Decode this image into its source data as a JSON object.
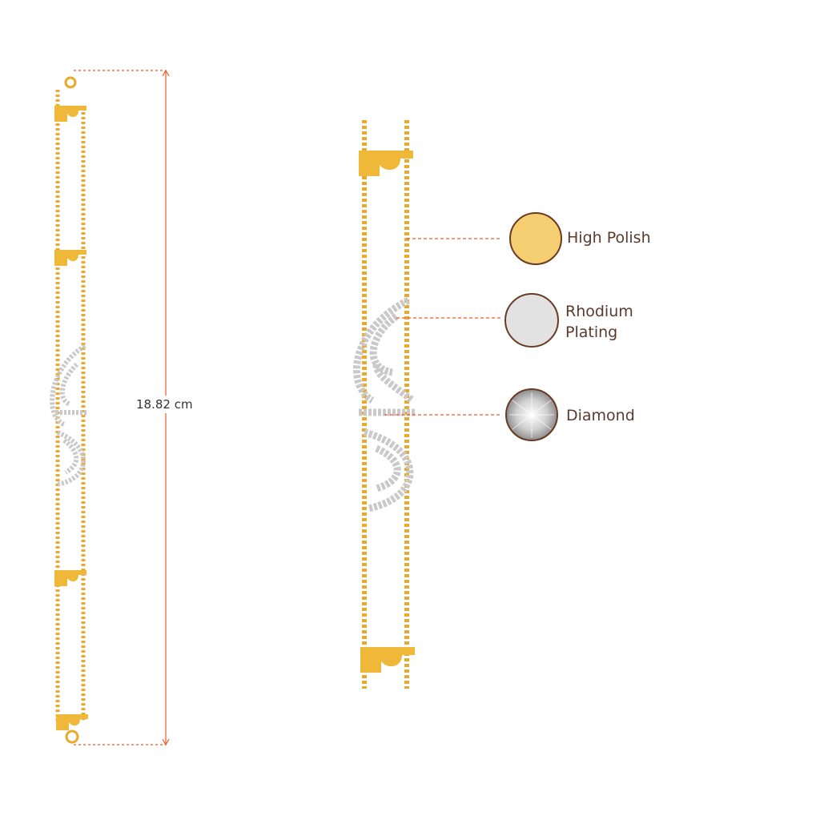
{
  "dimension": {
    "length_label": "18.82 cm"
  },
  "materials": [
    {
      "label": "High Polish",
      "swatch": "gold-swatch",
      "color": "#F6CE72"
    },
    {
      "label_line1": "Rhodium",
      "label_line2": "Plating",
      "swatch": "rhodium-swatch",
      "color": "#E2E2E2"
    },
    {
      "label": "Diamond",
      "swatch": "diamond-swatch",
      "color": "#D8D8D8"
    }
  ],
  "colors": {
    "accent_line": "#F15A24",
    "gold": "#E9A92A",
    "swatch_border": "#6B3A22",
    "text": "#5A3A2E"
  }
}
